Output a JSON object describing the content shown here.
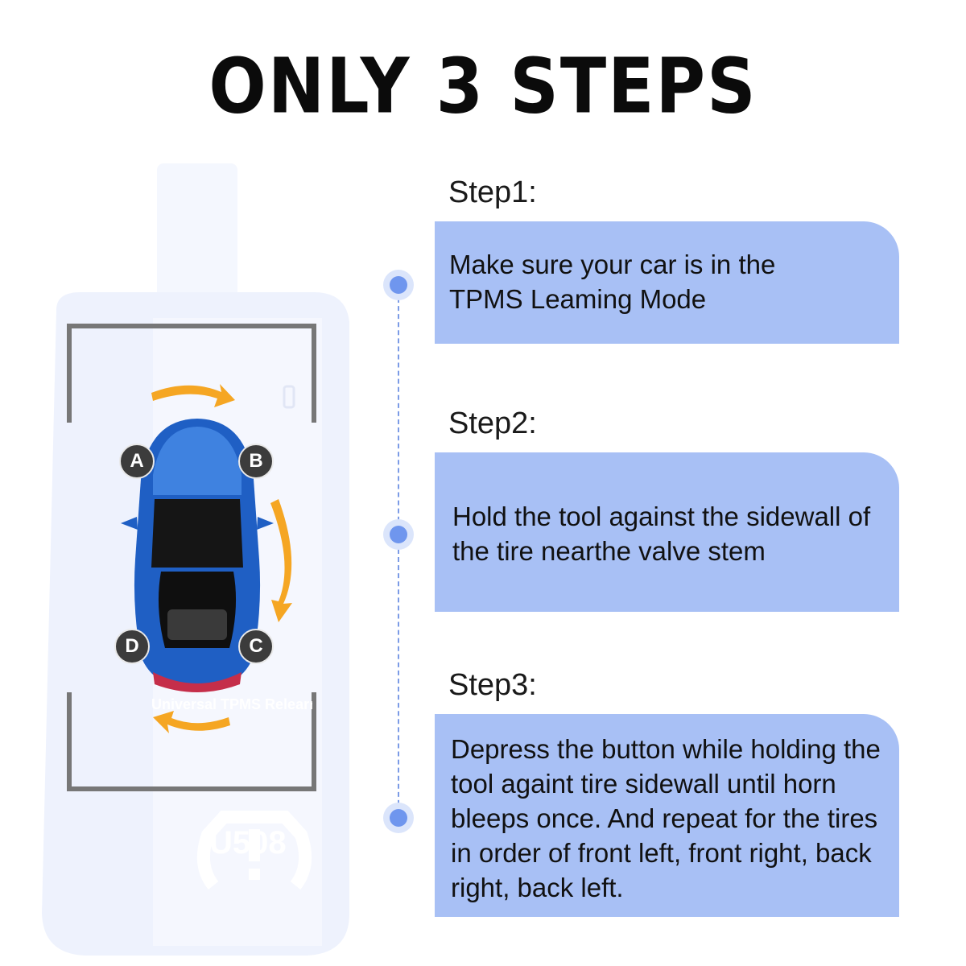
{
  "title": "ONLY 3 STEPS",
  "device": {
    "screen_text": "Universal TPMS Relearn",
    "model": "U508",
    "wheel_labels": [
      "A",
      "B",
      "C",
      "D"
    ]
  },
  "steps": [
    {
      "heading": "Step1:",
      "text": "Make sure your car is in the TPMS Leaming Mode"
    },
    {
      "heading": "Step2:",
      "text": "Hold the tool against the sidewall of the tire nearthe valve stem"
    },
    {
      "heading": "Step3:",
      "text": "Depress the button while holding the tool againt tire sidewall until horn bleeps once. And repeat for the tires in order of front left, front right, back right, back left."
    }
  ],
  "colors": {
    "step_box": "#a8c0f5",
    "dot": "#6f96ee",
    "arrow": "#f5a623",
    "car": "#1f5fc4"
  }
}
